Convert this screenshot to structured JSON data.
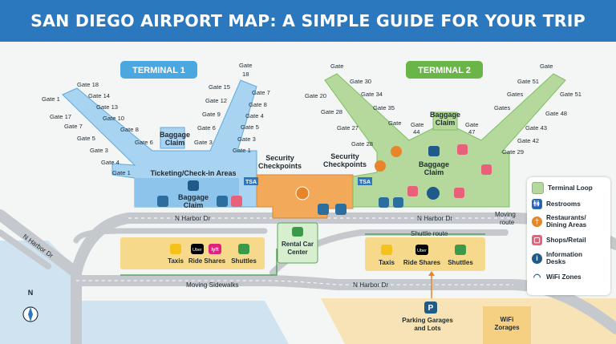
{
  "title": "SAN DIEGO AIRPORT MAP: A SIMPLE GUIDE FOR YOUR TRIP",
  "terminal1": {
    "badge": "TERMINAL 1",
    "gates": [
      "Gate 18",
      "Gate 1",
      "Gate 14",
      "Gate 17",
      "Gate 13",
      "Gate 10",
      "Gate 7",
      "Gate 8",
      "Gate 5",
      "Gate 6",
      "Gate 3",
      "Gate 4",
      "Gate 1",
      "Gate",
      "18",
      "Gate 15",
      "Gate 7",
      "Gate 12",
      "Gate 8",
      "Gate 9",
      "Gate 4",
      "Gate 6",
      "Gate 5",
      "Gate 3",
      "Gate 3",
      "Gate 1"
    ],
    "ticketing": "Ticketing/Check-in Areas",
    "baggage_top": [
      "Baggage",
      "Claim"
    ],
    "baggage_bottom": [
      "Baggage",
      "Claim"
    ],
    "security": [
      "Security",
      "Checkpoints"
    ],
    "tsa": "TSA"
  },
  "terminal2": {
    "badge": "TERMINAL 2",
    "gates": [
      "Gate",
      "Gate 30",
      "Gate 20",
      "Gate 34",
      "Gate 28",
      "Gate 35",
      "Gate 27",
      "Gate",
      "Gate",
      "44",
      "Gate",
      "47",
      "Gate 28",
      "Gate",
      "Gate 51",
      "Gates",
      "Gate 51",
      "Gates",
      "Gate 48",
      "Gate 43",
      "Gate 42",
      "Gate 29"
    ],
    "baggage_top": [
      "Baggage",
      "Claim"
    ],
    "baggage_bottom": [
      "Baggage",
      "Claim"
    ],
    "security": [
      "Security",
      "Checkpoints"
    ],
    "tsa": "TSA"
  },
  "roads": {
    "harbor_t1": "N Harbor Dr",
    "harbor_t2": "N Harbor Dr",
    "harbor_bottom": "N Harbor Dr",
    "harbor_diag": "N Harbor Dr",
    "moving_route": [
      "Moving",
      "route"
    ],
    "moving_sidewalks": "Moving Sidewalks",
    "shuttle_route": "Shuttle route",
    "compass": "N"
  },
  "transport_t1": {
    "taxis": "Taxis",
    "rideshares": "Ride Shares",
    "shuttles": "Shuttles",
    "uber": "Uber",
    "lyft": "lyft"
  },
  "transport_t2": {
    "taxis": "Taxis",
    "rideshares": "Ride Shares",
    "shuttles": "Shuttles",
    "uber": "Uber"
  },
  "rental": [
    "Rental Car",
    "Center"
  ],
  "parking": {
    "icon": "P",
    "label": [
      "Parking Garages",
      "and Lots"
    ]
  },
  "wifi_zone": [
    "WiFi",
    "Zorages"
  ],
  "legend": {
    "items": [
      {
        "label": "Terminal Loop",
        "color": "#b5d99c",
        "icon": "square-icon"
      },
      {
        "label": "Restrooms",
        "color": "#2c6e9e",
        "icon": "restroom-icon"
      },
      {
        "label": "Restaurants/\nDining Areas",
        "color": "#e8852a",
        "icon": "fork-knife-icon"
      },
      {
        "label": "Shops/Retail",
        "color": "#e8607a",
        "icon": "shopping-bag-icon"
      },
      {
        "label": "Information\nDesks",
        "color": "#1f5a8a",
        "icon": "info-icon"
      },
      {
        "label": "WiFi Zones",
        "color": "#1f5a8a",
        "icon": "wifi-icon"
      }
    ]
  },
  "colors": {
    "header": "#2b78be",
    "terminal1": "#a8d4f2",
    "terminal2": "#b5d99c",
    "security": "#f2a95a",
    "roads": "#c9cdd1",
    "water": "#cfe3f0",
    "pickup": "#f7d98b"
  }
}
